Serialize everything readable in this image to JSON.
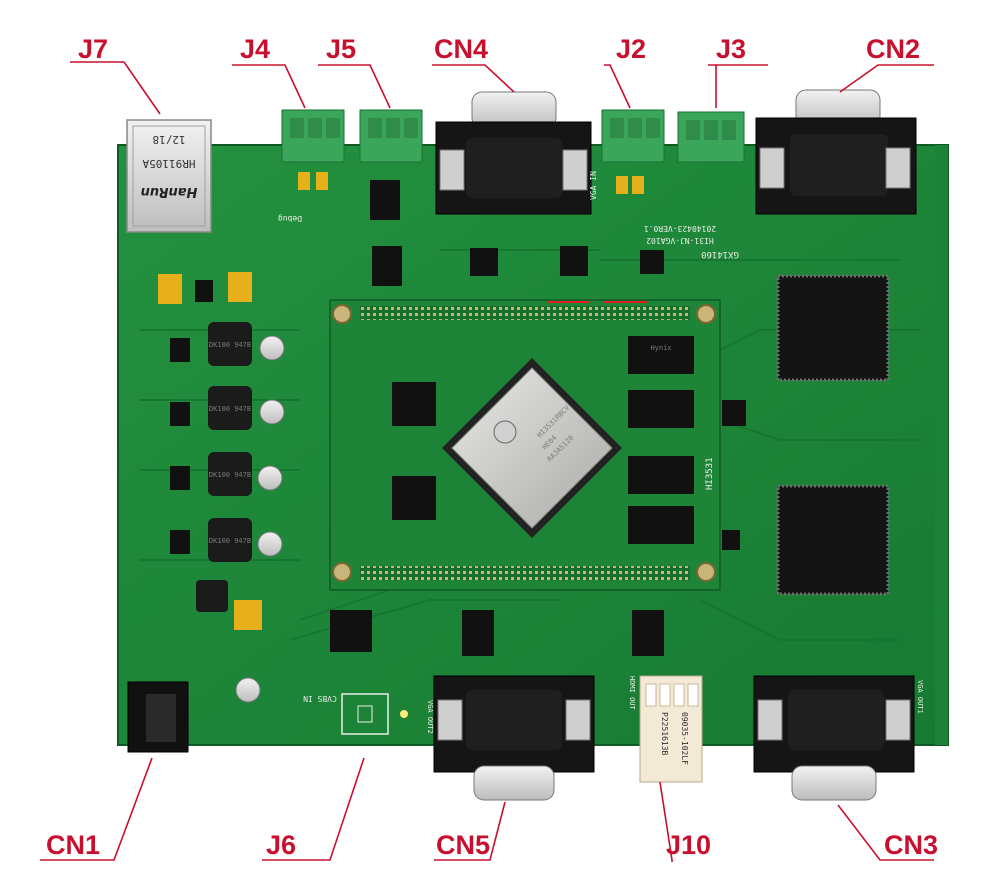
{
  "labels": {
    "J7": "J7",
    "J4": "J4",
    "J5": "J5",
    "CN4": "CN4",
    "J2": "J2",
    "J3": "J3",
    "CN2": "CN2",
    "CN1": "CN1",
    "J6": "J6",
    "CN5": "CN5",
    "J10": "J10",
    "CN3": "CN3"
  },
  "silkscreen": {
    "rj45_line1": "12/18",
    "rj45_line2": "HR91105A",
    "rj45_brand": "HanRun",
    "debug": "Debug",
    "vga_in": "VGA IN",
    "board_model": "HI31-NJ-VGA102",
    "board_date": "20140423-VER0.1",
    "board_id": "GX14160",
    "soc_brand": "HI3531",
    "soc_line1": "HI3531RBCV",
    "soc_line2": "HE04",
    "soc_line3": "RAJA5120",
    "module_mark": "HI3531",
    "vga_out1": "VGA OUT1",
    "vga_out2": "VGA OUT2",
    "hdmi_out": "HDMI OUT",
    "cvbs_in": "CVBS IN",
    "hdmi_code1": "P2251613B",
    "hdmi_code2": "09035-102LF",
    "inductor1": "DK100 947B",
    "inductor2": "DK100 947B",
    "inductor3": "DK100 947B",
    "inductor4": "DK100 947B",
    "chip_brand": "Hynix"
  },
  "colors": {
    "pcb": "#1f8a3a",
    "pcb_dark": "#166e2d",
    "label": "#c8102e",
    "terminal": "#3aa65a"
  }
}
